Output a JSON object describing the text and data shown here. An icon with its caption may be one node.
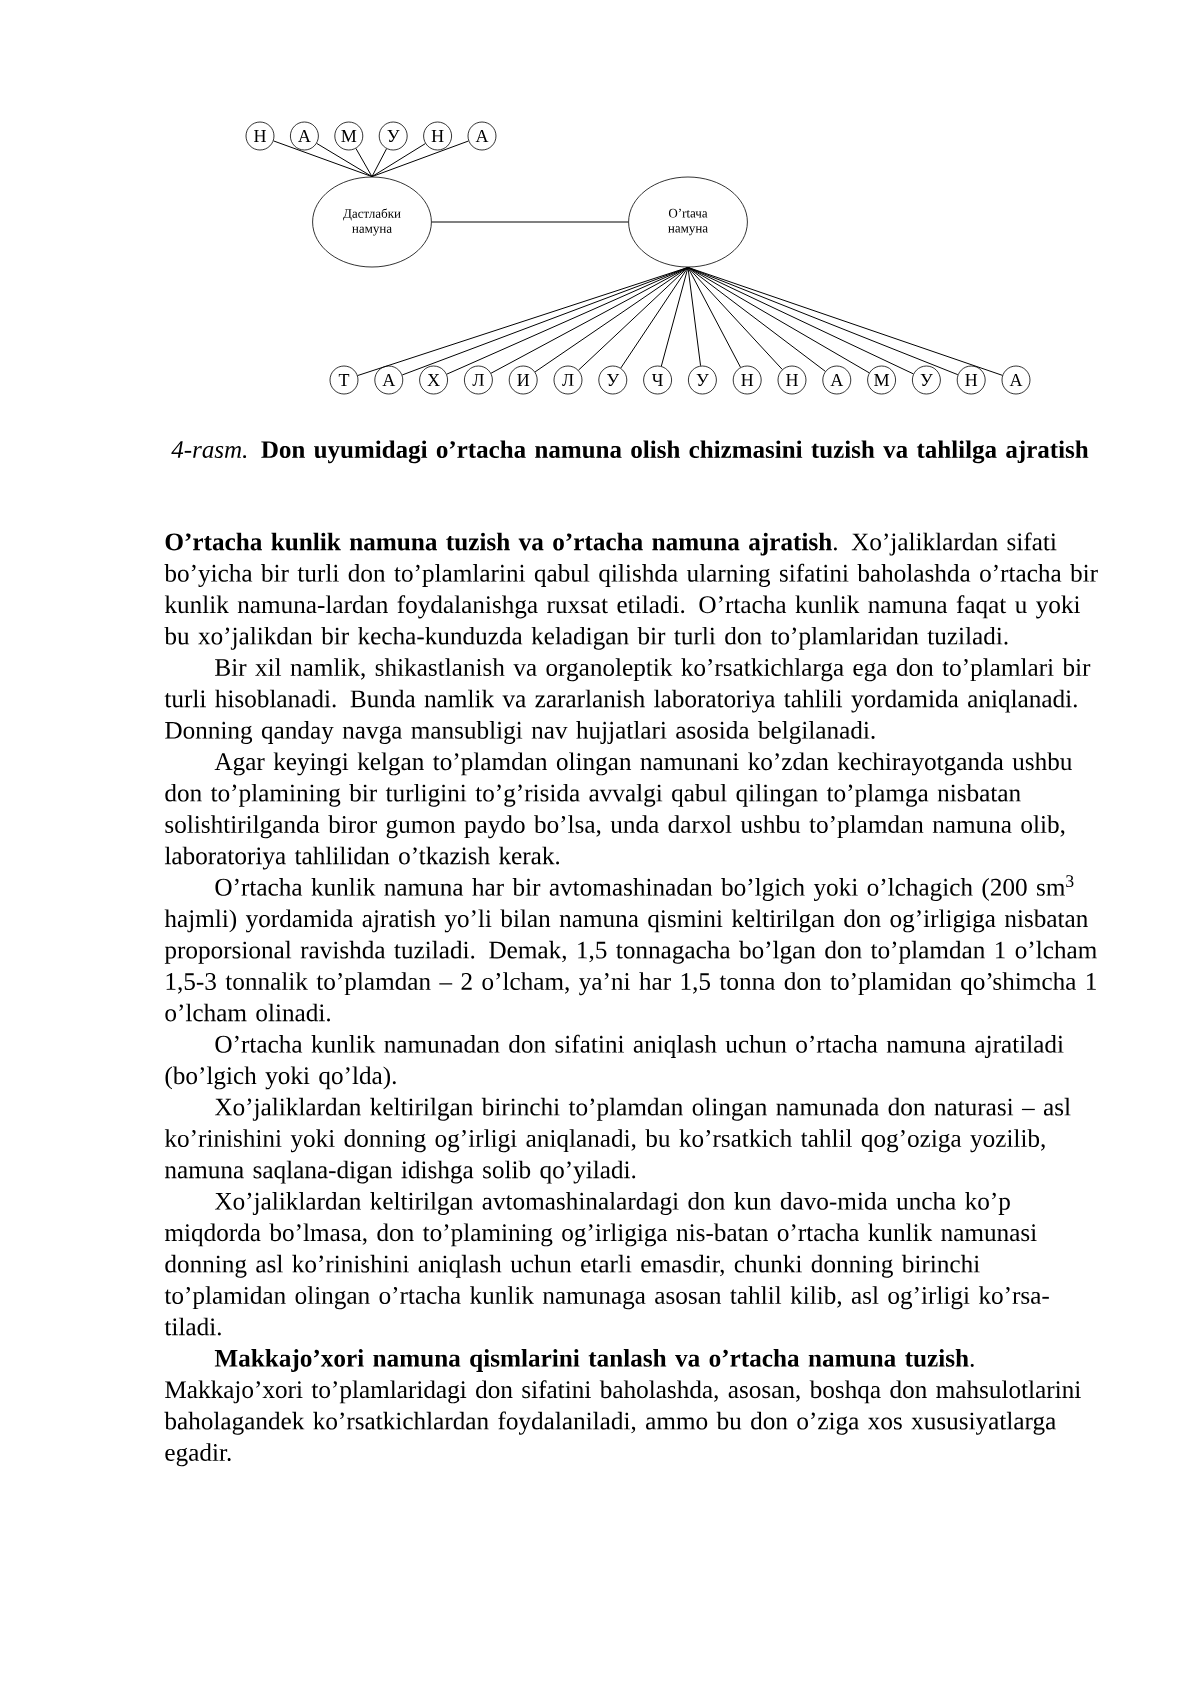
{
  "diagram": {
    "caption": "*4-rasm.* **Don uyumidagi o’rtacha namuna olish chizmasini tuzish va tahlilga ajratish**",
    "nodes": [
      {
        "text": [
          "Н"
        ]
      },
      {
        "text": [
          "А"
        ]
      },
      {
        "text": [
          "М"
        ]
      },
      {
        "text": [
          "У"
        ]
      },
      {
        "text": [
          "Н"
        ]
      },
      {
        "text": [
          "А"
        ]
      },
      {
        "text": [
          "Дастлабки намуна"
        ]
      },
      {
        "text": [
          "O’rtача намуна"
        ]
      },
      {
        "text": [
          "Т"
        ]
      },
      {
        "text": [
          "А"
        ]
      },
      {
        "text": [
          "Х"
        ]
      },
      {
        "text": [
          "Л"
        ]
      },
      {
        "text": [
          "И"
        ]
      },
      {
        "text": [
          "Л"
        ]
      },
      {
        "text": [
          "У"
        ]
      },
      {
        "text": [
          "Ч"
        ]
      },
      {
        "text": [
          "У"
        ]
      },
      {
        "text": [
          "Н"
        ]
      },
      {
        "text": [
          "Н"
        ]
      },
      {
        "text": [
          "А"
        ]
      },
      {
        "text": [
          "М"
        ]
      },
      {
        "text": [
          "У"
        ]
      },
      {
        "text": [
          "Н"
        ]
      },
      {
        "text": [
          "А"
        ]
      }
    ],
    "edges": [
      {
        "from": 0,
        "to": 6,
        "arrow": "none"
      },
      {
        "from": 1,
        "to": 6,
        "arrow": "none"
      },
      {
        "from": 2,
        "to": 6,
        "arrow": "none"
      },
      {
        "from": 3,
        "to": 6,
        "arrow": "none"
      },
      {
        "from": 4,
        "to": 6,
        "arrow": "none"
      },
      {
        "from": 5,
        "to": 6,
        "arrow": "none"
      },
      {
        "from": 6,
        "to": 7,
        "arrow": "none"
      },
      {
        "from": 7,
        "to": 8,
        "arrow": "none"
      },
      {
        "from": 7,
        "to": 9,
        "arrow": "none"
      },
      {
        "from": 7,
        "to": 10,
        "arrow": "none"
      },
      {
        "from": 7,
        "to": 11,
        "arrow": "none"
      },
      {
        "from": 7,
        "to": 12,
        "arrow": "none"
      },
      {
        "from": 7,
        "to": 13,
        "arrow": "none"
      },
      {
        "from": 7,
        "to": 14,
        "arrow": "none"
      },
      {
        "from": 7,
        "to": 15,
        "arrow": "none"
      },
      {
        "from": 7,
        "to": 16,
        "arrow": "none"
      },
      {
        "from": 7,
        "to": 17,
        "arrow": "none"
      },
      {
        "from": 7,
        "to": 18,
        "arrow": "none"
      },
      {
        "from": 7,
        "to": 19,
        "arrow": "none"
      },
      {
        "from": 7,
        "to": 20,
        "arrow": "none"
      },
      {
        "from": 7,
        "to": 21,
        "arrow": "none"
      },
      {
        "from": 7,
        "to": 22,
        "arrow": "none"
      },
      {
        "from": 7,
        "to": 23,
        "arrow": "none"
      }
    ],
    "labels": [
      "**O’rtacha kunlik namuna tuzish va o’rtacha namuna ajratish**. Xo’jaliklardan sifati bo’yicha bir turli don to’plamlarini qabul qilishda ularning sifatini baholashda o’rtacha bir kunlik namuna-lardan foydalanishga ruxsat etiladi. O’rtacha kunlik namuna faqat u yoki bu xo’jalikdan bir kecha-kunduzda keladigan bir turli don to’plamlaridan tuziladi.",
      "Bir xil namlik, shikastlanish va organoleptik ko’rsatkichlarga ega don to’plamlari bir turli hisoblanadi. Bunda namlik va zararlanish laboratoriya tahlili yordamida aniqlanadi. Donning qanday navga mansubligi nav hujjatlari asosida belgilanadi.",
      "Agar keyingi kelgan to’plamdan olingan namunani ko’zdan kechirayotganda ushbu don to’plamining bir turligini to’g’risida avvalgi qabul qilingan to’plamga nisbatan solishtirilganda biror gumon paydo bo’lsa, unda darxol ushbu to’plamdan namuna olib, laboratoriya tahlilidan o’tkazish kerak.",
      "O’rtacha kunlik namuna har bir avtomashinadan bo’lgich yoki o’lchagich (200 sm$^{3}$ hajmli) yordamida ajratish yo’li bilan namuna qismini keltirilgan don og’irligiga nisbatan proporsional ravishda tuziladi. Demak, 1,5 tonnagacha bo’lgan don to’plamdan 1 o’lcham 1,5-3 tonnalik to’plamdan – 2 o’lcham, ya’ni har 1,5 tonna don to’plamidan qo’shimcha 1 o’lcham olinadi.",
      "O’rtacha kunlik namunadan don sifatini aniqlash uchun o’rtacha namuna ajratiladi (bo’lgich yoki qo’lda).",
      "Xo’jaliklardan keltirilgan birinchi to’plamdan olingan namunada don naturasi – asl ko’rinishini yoki donning og’irligi aniqlanadi, bu ko’rsatkich tahlil qog’oziga yozilib, namuna saqlana-digan idishga solib qo’yiladi.",
      "Xo’jaliklardan keltirilgan avtomashinalardagi don kun davo-mida uncha ko’p miqdorda bo’lmasa, don to’plamining og’irligiga nis-batan o’rtacha kunlik namunasi donning asl ko’rinishini aniqlash uchun etarli emasdir, chunki donning birinchi to’plamidan olingan o’rtacha kunlik namunaga asosan tahlil kilib, asl og’irligi ko’rsa-tiladi.",
      "**Makkajo’xori namuna qismlarini tanlash va o’rtacha namuna tuzish**. Makkajo’xori to’plamlaridagi don sifatini baholashda, asosan, boshqa don mahsulotlarini baholagandek ko’rsatkichlardan foydalaniladi, ammo bu don o’ziga xos xususiyatlarga egadir."
    ]
  }
}
